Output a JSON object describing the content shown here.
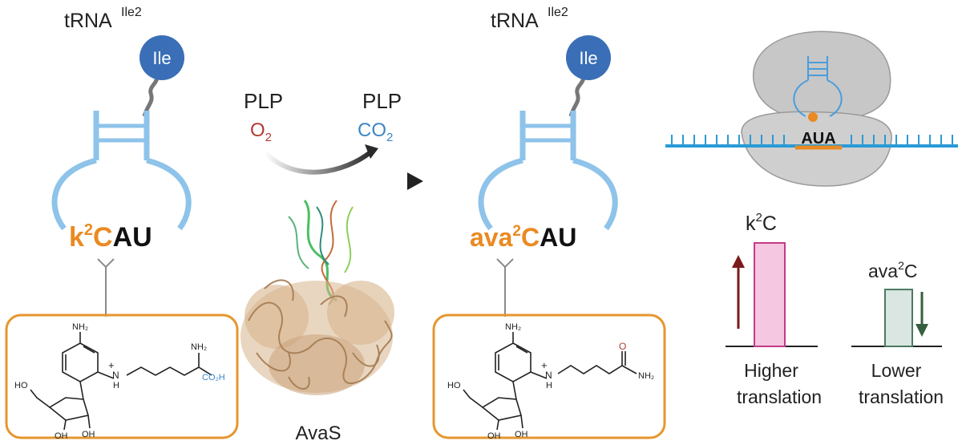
{
  "left_trna": {
    "title": "tRNA",
    "title_sup": "Ile2",
    "aa_label": "Ile",
    "anticodon_mod": "k",
    "anticodon_mod_sup": "2",
    "anticodon_c": "C",
    "anticodon_rest": "AU",
    "structure_labels": {
      "nh2": "NH₂",
      "nh": "H",
      "plus": "+",
      "n": "N",
      "ho": "HO",
      "oh1": "OH",
      "oh2": "OH",
      "nh2_side": "NH₂",
      "acid": "CO₂H"
    }
  },
  "reaction": {
    "top_left_cofactor": "PLP",
    "left_reactant": "O",
    "left_reactant_sub": "2",
    "top_right_cofactor": "PLP",
    "right_product": "CO",
    "right_product_sub": "2",
    "enzyme_label": "AvaS"
  },
  "right_trna": {
    "title": "tRNA",
    "title_sup": "Ile2",
    "aa_label": "Ile",
    "anticodon_mod": "ava",
    "anticodon_mod_sup": "2",
    "anticodon_c": "C",
    "anticodon_rest": "AU",
    "structure_labels": {
      "nh2": "NH₂",
      "nh": "H",
      "plus": "+",
      "n": "N",
      "ho": "HO",
      "oh1": "OH",
      "oh2": "OH",
      "o": "O",
      "amide": "NH₂"
    }
  },
  "ribosome": {
    "codon": "AUA"
  },
  "translation": {
    "left_mod": "k",
    "left_mod_sup": "2",
    "left_mod_c": "C",
    "left_label_line1": "Higher",
    "left_label_line2": "translation",
    "left_level": 1.0,
    "right_mod": "ava",
    "right_mod_sup": "2",
    "right_mod_c": "C",
    "right_label_line1": "Lower",
    "right_label_line2": "translation",
    "right_level": 0.55
  },
  "colors": {
    "trna_blue": "#8ec3ea",
    "ile_blue": "#3a6fb7",
    "orange": "#ea8a22",
    "o2_red": "#b23a32",
    "co2_blue": "#3c86c4",
    "mrna_blue": "#2a9ad6",
    "ribosome_gray": "#c7c7c7",
    "bar_pink": "#f6c7e1",
    "bar_pink_stroke": "#c23b8a",
    "bar_green": "#d9e6e1",
    "bar_green_stroke": "#4b7a60",
    "arrow_red": "#7a1a1a",
    "arrow_green": "#355f3e",
    "enzyme_tan": "#d7b48c"
  }
}
